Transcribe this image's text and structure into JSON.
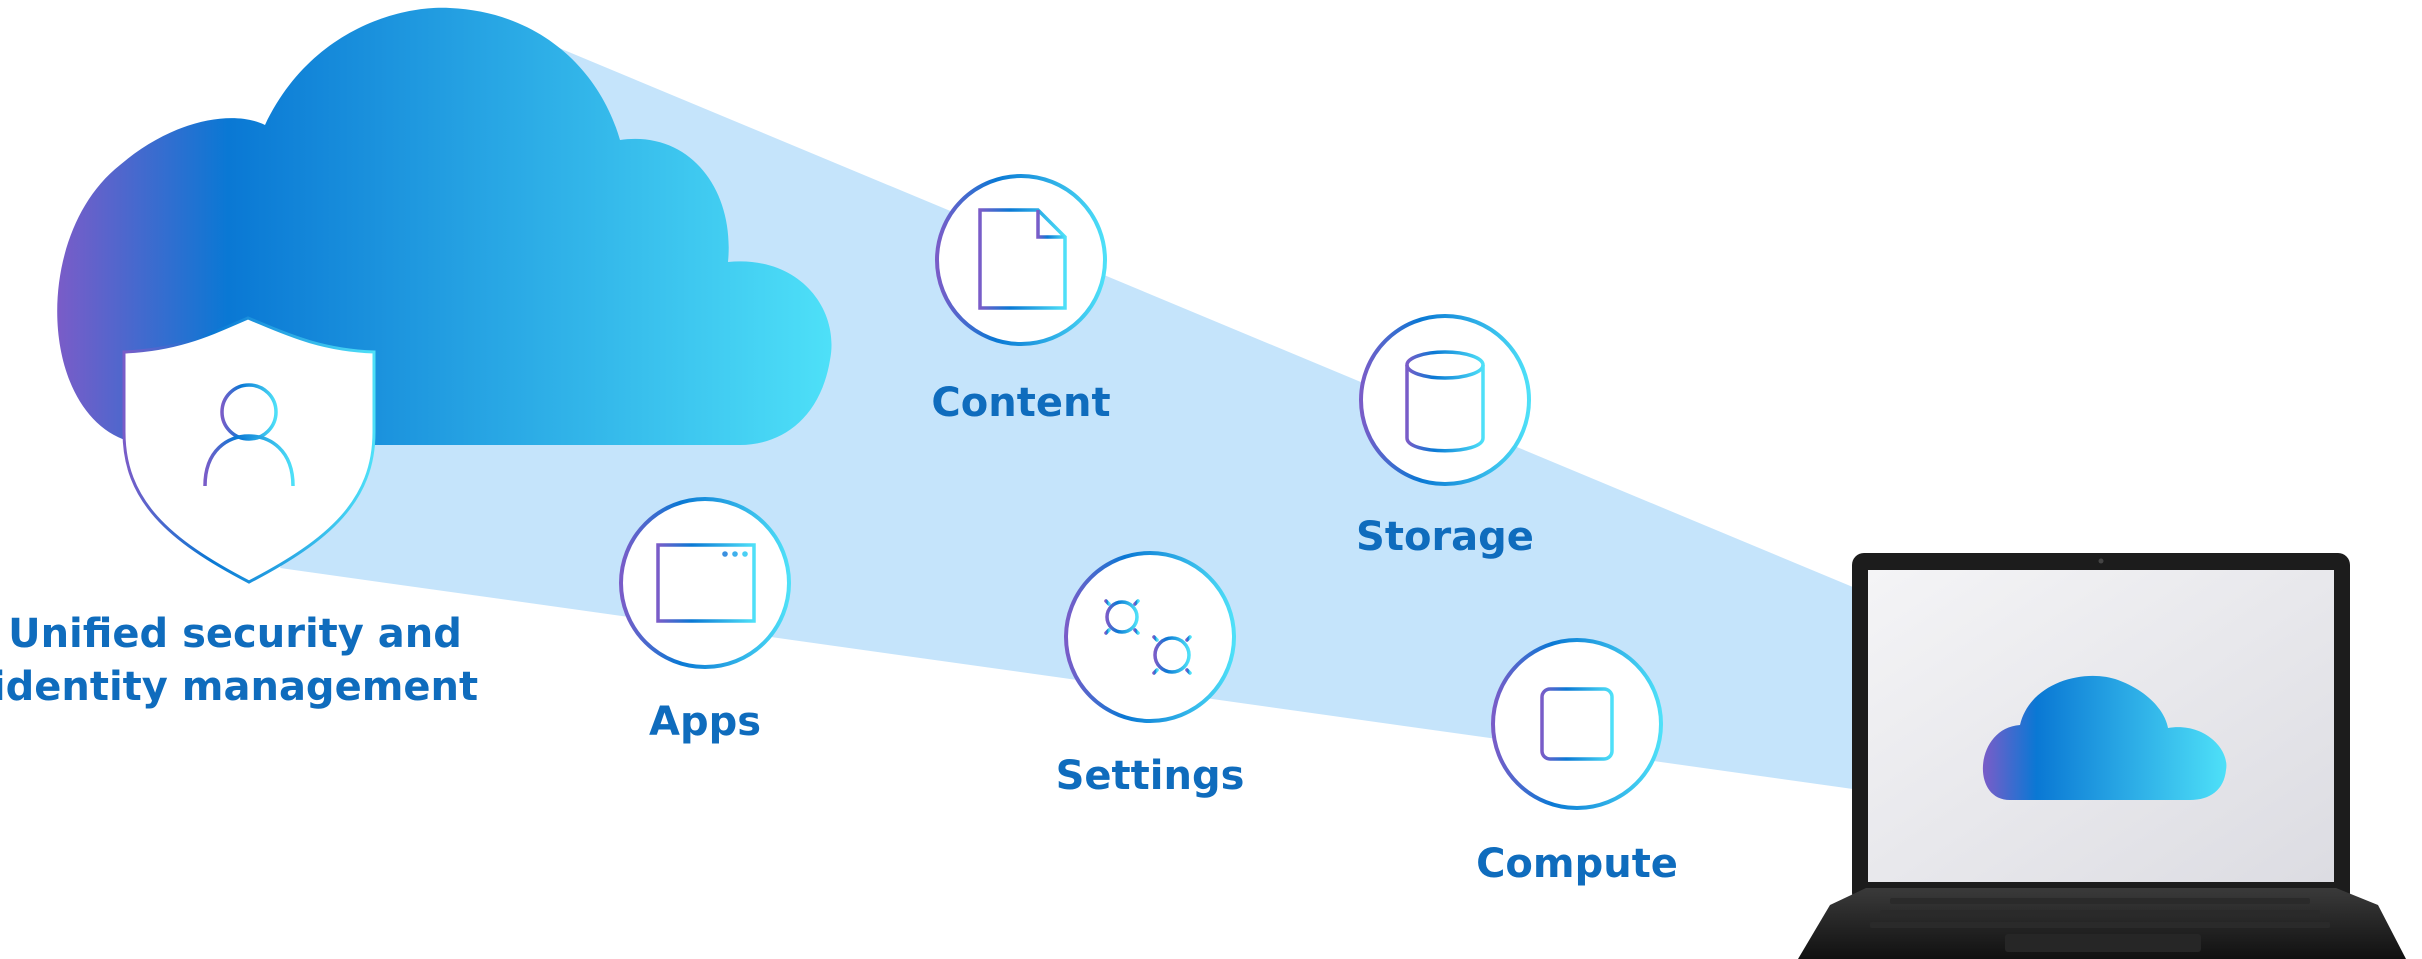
{
  "diagram": {
    "source_label_line1": "Unified security and",
    "source_label_line2": "identity management",
    "nodes": [
      {
        "id": "content",
        "label": "Content",
        "icon": "document-icon"
      },
      {
        "id": "storage",
        "label": "Storage",
        "icon": "database-icon"
      },
      {
        "id": "apps",
        "label": "Apps",
        "icon": "app-window-icon"
      },
      {
        "id": "settings",
        "label": "Settings",
        "icon": "gears-icon"
      },
      {
        "id": "compute",
        "label": "Compute",
        "icon": "processor-chip-icon"
      }
    ],
    "colors": {
      "brand_blue": "#0f6cbd",
      "beam": "#c5e4fb",
      "gradient_start": "#7a5cc8",
      "gradient_mid": "#0a78d4",
      "gradient_end": "#4ee0f8",
      "laptop_body": "#1c1c1c",
      "screen": "#e8e8ec"
    }
  }
}
